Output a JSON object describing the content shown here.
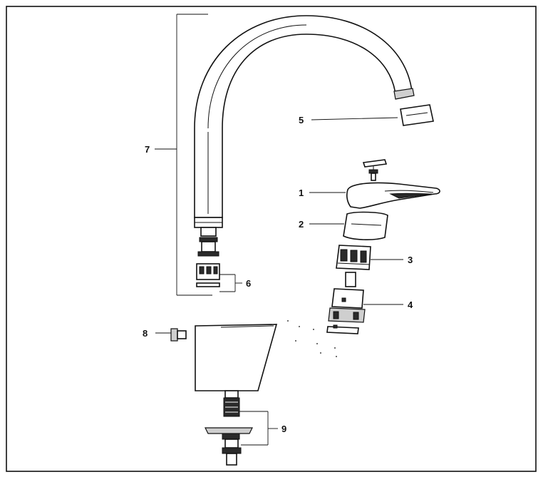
{
  "diagram": {
    "callouts": [
      {
        "id": "p1",
        "label": "1"
      },
      {
        "id": "p2",
        "label": "2"
      },
      {
        "id": "p3",
        "label": "3"
      },
      {
        "id": "p4",
        "label": "4"
      },
      {
        "id": "p5",
        "label": "5"
      },
      {
        "id": "p6",
        "label": "6"
      },
      {
        "id": "p7",
        "label": "7"
      },
      {
        "id": "p8",
        "label": "8"
      },
      {
        "id": "p9",
        "label": "9"
      }
    ]
  }
}
